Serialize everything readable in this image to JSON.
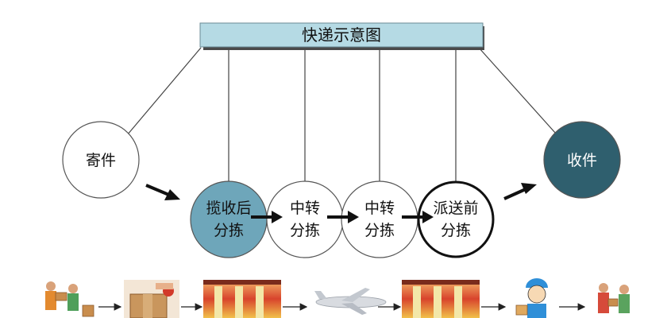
{
  "diagram": {
    "title": "快递示意图",
    "nodes": {
      "send": {
        "label": "寄件"
      },
      "pickup": {
        "line1": "揽收后",
        "line2": "分拣"
      },
      "transfer1": {
        "line1": "中转",
        "line2": "分拣"
      },
      "transfer2": {
        "line1": "中转",
        "line2": "分拣"
      },
      "predelivery": {
        "line1": "派送前",
        "line2": "分拣"
      },
      "receive": {
        "label": "收件"
      }
    }
  },
  "colors": {
    "title_fill": "#b5dae4",
    "pickup_fill": "#6ea6ba",
    "receive_fill": "#2f5f6e",
    "node_fill": "#ffffff",
    "line": "#444444",
    "arrow": "#111111"
  },
  "photos": [
    {
      "icon": "courier-handing-package-icon"
    },
    {
      "icon": "package-taping-icon"
    },
    {
      "icon": "sorting-center-icon"
    },
    {
      "icon": "cargo-airplane-icon"
    },
    {
      "icon": "sorting-center-icon"
    },
    {
      "icon": "delivery-courier-icon"
    },
    {
      "icon": "recipient-package-icon"
    }
  ]
}
